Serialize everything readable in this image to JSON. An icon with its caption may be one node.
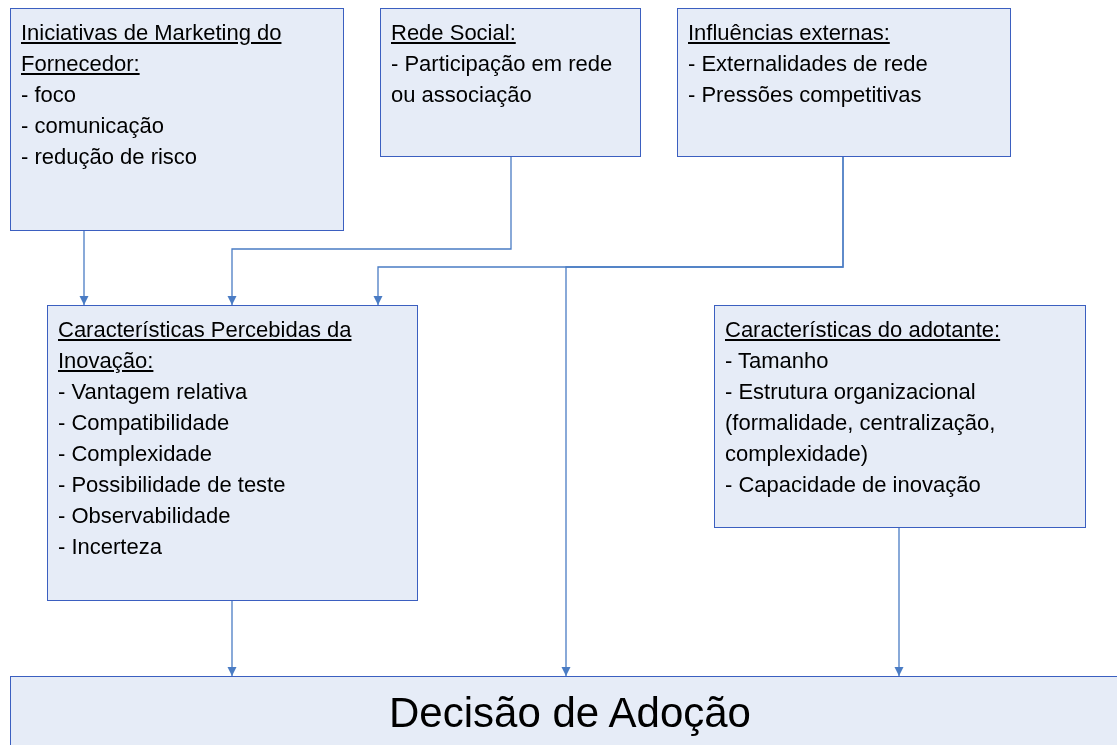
{
  "diagram": {
    "nodes": [
      {
        "text": [
          "Iniciativas de Marketing do Fornecedor:",
          "- foco",
          "- comunicação",
          "- redução de risco"
        ]
      },
      {
        "text": [
          "Rede Social:",
          "- Participação em rede ou associação"
        ]
      },
      {
        "text": [
          "Influências externas:",
          "- Externalidades de rede",
          "- Pressões competitivas"
        ]
      },
      {
        "text": [
          "Características Percebidas da Inovação:",
          "- Vantagem relativa",
          "- Compatibilidade",
          "- Complexidade",
          "- Possibilidade de teste",
          "- Observabilidade",
          "- Incerteza"
        ]
      },
      {
        "text": [
          "Características do adotante:",
          "- Tamanho",
          "- Estrutura organizacional (formalidade, centralização, complexidade)",
          "- Capacidade de inovação"
        ]
      },
      {
        "text": [
          "Decisão de Adoção"
        ]
      }
    ],
    "edges": [
      {
        "from": 0,
        "to": 3,
        "arrow": "to"
      },
      {
        "from": 1,
        "to": 3,
        "arrow": "to"
      },
      {
        "from": 2,
        "to": 3,
        "arrow": "to"
      },
      {
        "from": 2,
        "to": 5,
        "arrow": "to"
      },
      {
        "from": 3,
        "to": 5,
        "arrow": "to"
      },
      {
        "from": 4,
        "to": 5,
        "arrow": "to"
      }
    ]
  }
}
